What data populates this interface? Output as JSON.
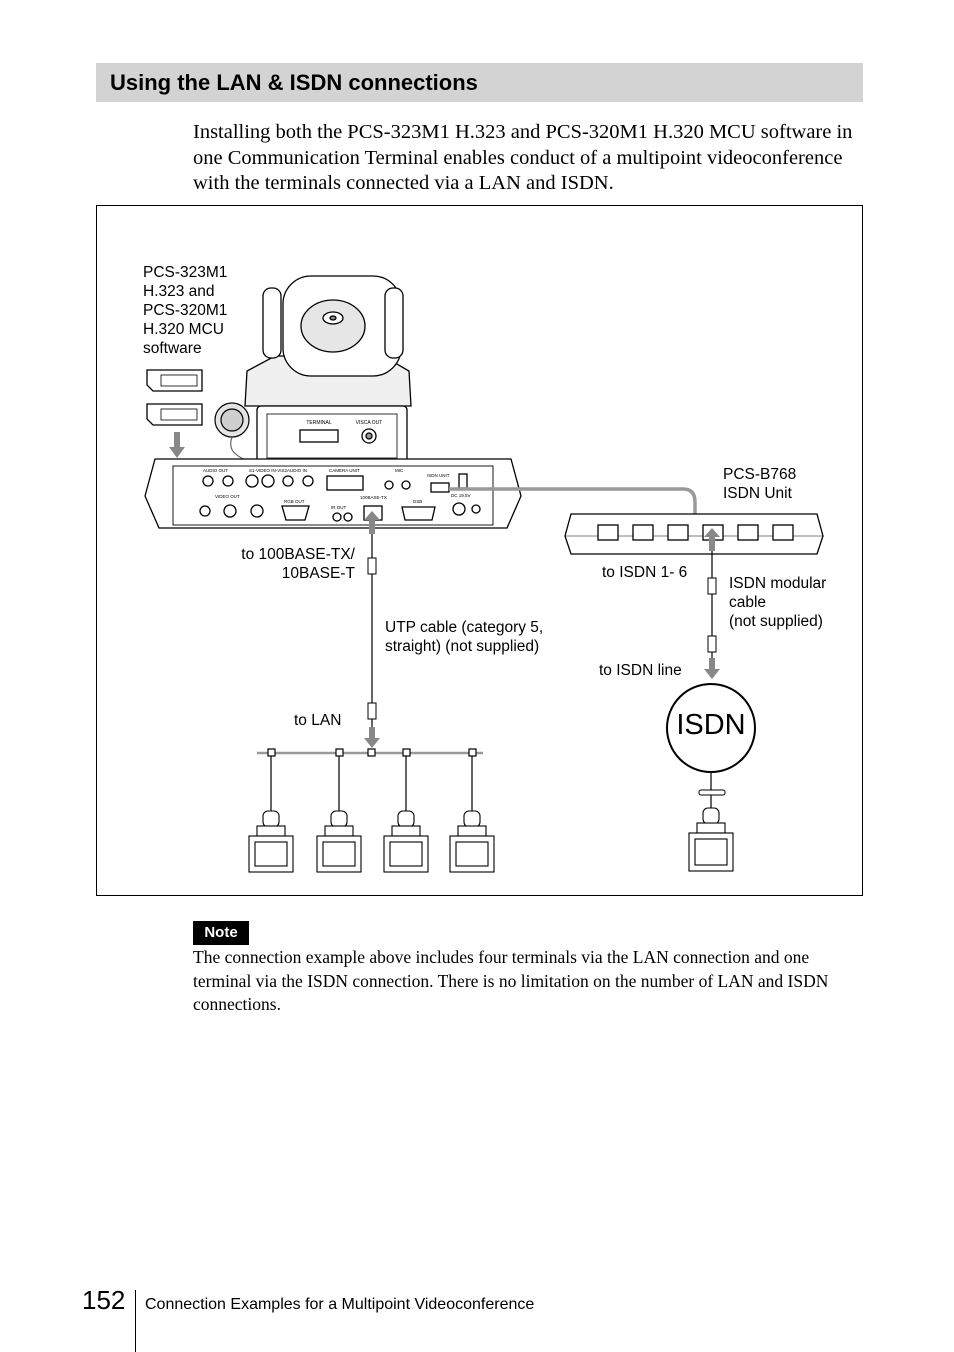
{
  "section": {
    "title": "Using the LAN & ISDN connections"
  },
  "intro": "Installing both the PCS-323M1 H.323 and PCS-320M1 H.320 MCU software in one Communication Terminal enables conduct of a multipoint videoconference with the terminals connected via a LAN and ISDN.",
  "figure": {
    "labels": {
      "software": "PCS-323M1\nH.323 and\nPCS-320M1\nH.320 MCU\nsoftware",
      "isdn_unit": "PCS-B768\nISDN Unit",
      "to_100base": "to 100BASE-TX/\n10BASE-T",
      "to_isdn_1_6": "to ISDN 1- 6",
      "isdn_modular_cable": "ISDN modular\ncable\n(not supplied)",
      "utp_cable": "UTP cable (category 5,\nstraight) (not supplied)",
      "to_isdn_line": "to ISDN line",
      "to_lan": "to LAN",
      "isdn_network": "ISDN"
    },
    "panel_labels": {
      "terminal": "TERMINAL",
      "vsga_out": "VISCA OUT",
      "audio_out": "AUDIO OUT",
      "s_video": "S1-VIDEO IN-VIS2",
      "audio_in": "AUDIO IN",
      "camera_unit": "CAMERA UNIT",
      "mic": "MIC",
      "isdn_unit_port": "ISDN UNIT",
      "video_out": "VIDEO OUT",
      "rgb_out": "RGB OUT",
      "ir_out": "IR OUT",
      "lan_port": "100BASE-TX",
      "dsb": "DSB",
      "dc_in": "DC 19.5V"
    }
  },
  "note": {
    "label": "Note",
    "text": "The connection example above includes four terminals via the LAN connection and one terminal via the ISDN connection. There is no limitation on the number of LAN and ISDN connections."
  },
  "footer": {
    "page_number": "152",
    "text": "Connection Examples for a Multipoint Videoconference"
  }
}
